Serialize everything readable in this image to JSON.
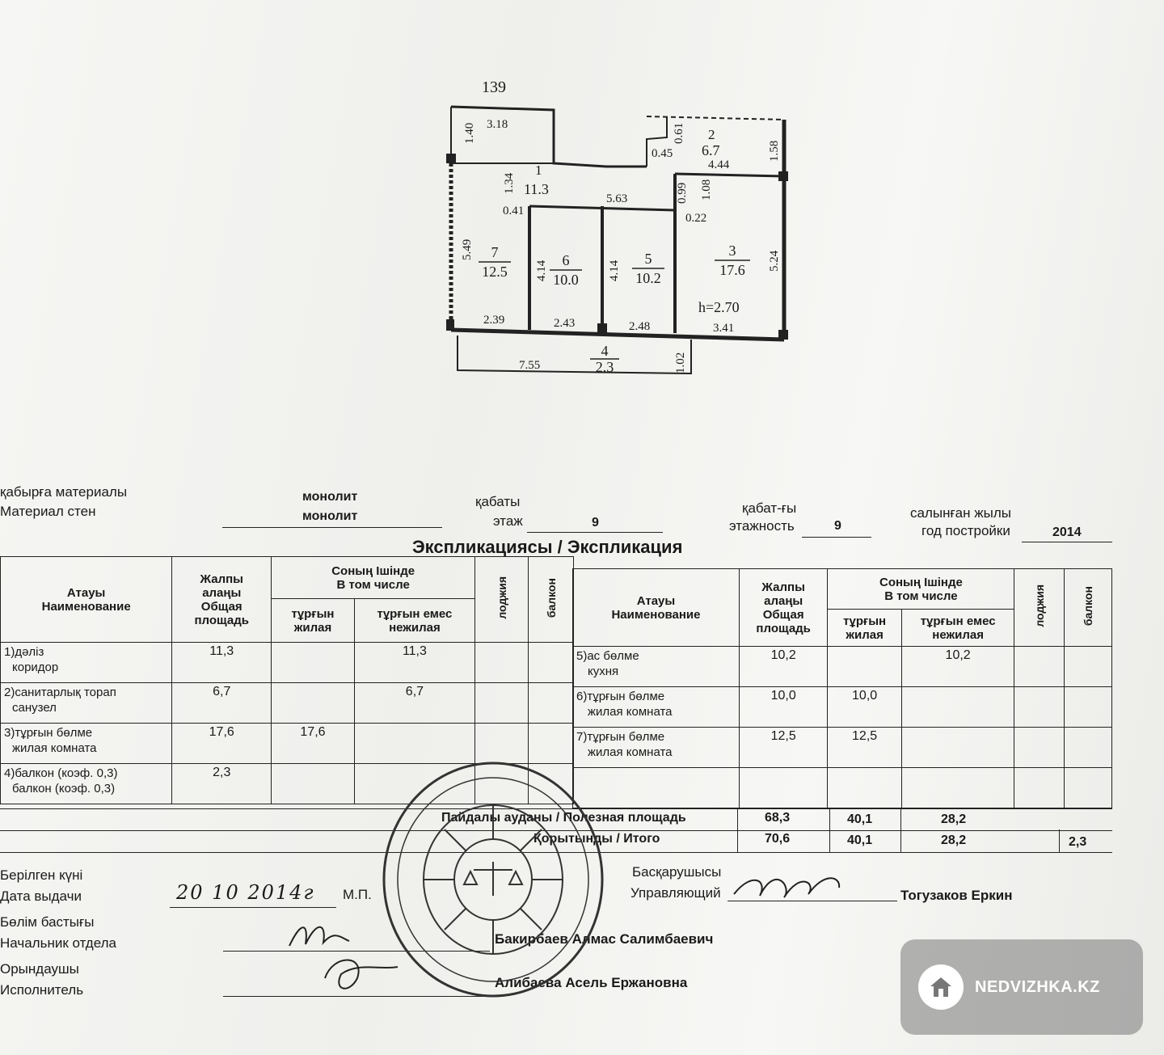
{
  "plan": {
    "top_number": "139",
    "dims": {
      "d318": "3.18",
      "d140": "1.40",
      "d134": "1.34",
      "d041": "0.41",
      "d113_label": "1",
      "d113": "11.3",
      "d563": "5.63",
      "d061": "0.61",
      "d045": "0.45",
      "d2_label": "2",
      "d67": "6.7",
      "d158": "1.58",
      "d444": "4.44",
      "d099": "0.99",
      "d108": "1.08",
      "d022": "0.22",
      "d549": "5.49",
      "d414a": "4.14",
      "d414b": "4.14",
      "d524": "5.24",
      "d239": "2.39",
      "d243": "2.43",
      "d248": "2.48",
      "d341": "3.41",
      "d755": "7.55",
      "d102": "1.02",
      "height": "h=2.70"
    },
    "rooms": [
      {
        "no": "7",
        "area": "12.5"
      },
      {
        "no": "6",
        "area": "10.0"
      },
      {
        "no": "5",
        "area": "10.2"
      },
      {
        "no": "3",
        "area": "17.6"
      },
      {
        "no": "4",
        "area": "2.3"
      }
    ]
  },
  "header": {
    "wall_kz": "қабырға материалы",
    "wall_ru": "Материал стен",
    "wall_val1": "монолит",
    "wall_val2": "монолит",
    "floor_kz": "қабаты",
    "floor_ru": "этаж",
    "floor_val": "9",
    "floors_kz": "қабат-ғы",
    "floors_ru": "этажность",
    "floors_val": "9",
    "year_kz": "салынған жылы",
    "year_ru": "год постройки",
    "year_val": "2014",
    "title": "Экспликациясы / Экспликация"
  },
  "table": {
    "h_name": "Атауы\nНаименование",
    "h_total": "Жалпы\nалаңы\nОбщая\nплощадь",
    "h_incl": "Соның Ішінде\nВ том числе",
    "h_living": "тұрғын\nжилая",
    "h_nonliving": "тұрғын емес\nнежилая",
    "h_loggia": "лоджия",
    "h_balcony": "балкон",
    "left_rows": [
      {
        "name1": "1)дәліз",
        "name2": "коридор",
        "total": "11,3",
        "living": "",
        "nonliving": "11,3"
      },
      {
        "name1": "2)санитарлық торап",
        "name2": "санузел",
        "total": "6,7",
        "living": "",
        "nonliving": "6,7"
      },
      {
        "name1": "3)тұрғын бөлме",
        "name2": "жилая комната",
        "total": "17,6",
        "living": "17,6",
        "nonliving": ""
      },
      {
        "name1": "4)балкон (коэф. 0,3)",
        "name2": "балкон (коэф. 0,3)",
        "total": "2,3",
        "living": "",
        "nonliving": ""
      }
    ],
    "right_rows": [
      {
        "name1": "5)ас бөлме",
        "name2": "кухня",
        "total": "10,2",
        "living": "",
        "nonliving": "10,2"
      },
      {
        "name1": "6)тұрғын бөлме",
        "name2": "жилая комната",
        "total": "10,0",
        "living": "10,0",
        "nonliving": ""
      },
      {
        "name1": "7)тұрғын бөлме",
        "name2": "жилая комната",
        "total": "12,5",
        "living": "12,5",
        "nonliving": ""
      }
    ],
    "useful_label": "Пайдалы ауданы / Полезная площадь",
    "useful_total": "68,3",
    "useful_living": "40,1",
    "useful_nonliving": "28,2",
    "total_label": "Қорытынды / Итого",
    "total_total": "70,6",
    "total_living": "40,1",
    "total_nonliving": "28,2",
    "total_balcony": "2,3"
  },
  "footer": {
    "issued_kz": "Берілген күні",
    "issued_ru": "Дата выдачи",
    "date": "20 10 2014г",
    "mp": "М.П.",
    "head_kz": "Басқарушысы",
    "head_ru": "Управляющий",
    "head_name": "Тогузаков Еркин",
    "dept_kz": "Бөлім бастығы",
    "dept_ru": "Начальник отдела",
    "dept_name": "Бакирбаев Алмас Салимбаевич",
    "exec_kz": "Орындаушы",
    "exec_ru": "Исполнитель",
    "exec_name": "Алибаева Асель Ержановна"
  },
  "watermark": {
    "brand": "NEDVIZHKA.KZ",
    "icon": "house-icon"
  }
}
